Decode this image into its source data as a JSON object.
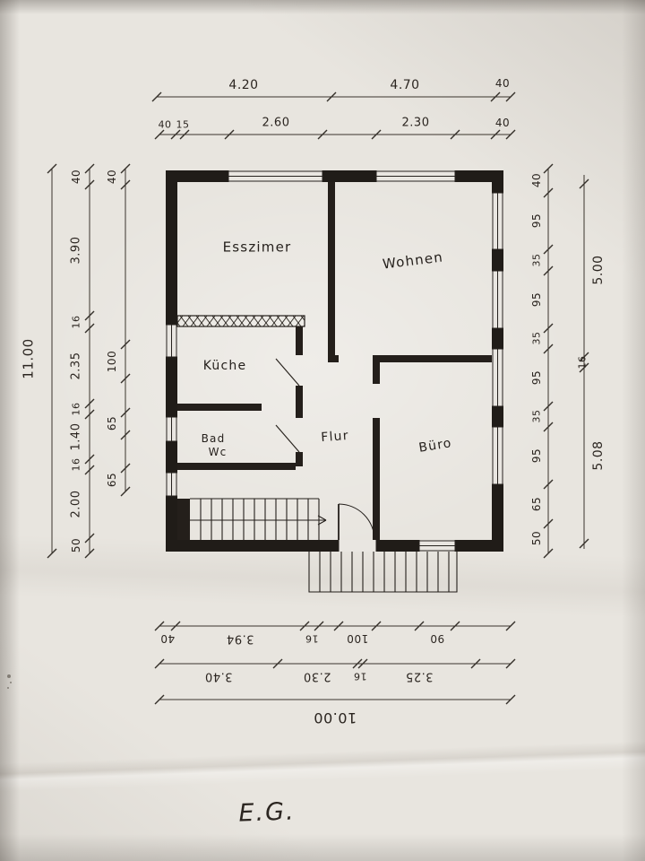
{
  "meta": {
    "title": "E.G."
  },
  "colors": {
    "ink": "#2b2520",
    "paper": "#e8e5df"
  },
  "rooms": {
    "esszimmer": "Esszimer",
    "wohnen": "Wohnen",
    "kueche": "Küche",
    "bad1": "Bad",
    "bad2": "Wc",
    "flur": "Flur",
    "buero": "Büro"
  },
  "dims": {
    "top1": [
      "4.20",
      "4.70",
      "40"
    ],
    "top2": [
      "40",
      "15",
      "2.60",
      "2.30",
      "40"
    ],
    "left_total": "11.00",
    "left_main": [
      "40",
      "3.90",
      "16",
      "2.35",
      "16",
      "1.40",
      "16",
      "2.00",
      "50"
    ],
    "left_inner": [
      "40",
      "100",
      "65",
      "65"
    ],
    "right_main": [
      "40",
      "95",
      "35",
      "95",
      "35",
      "95",
      "35",
      "95",
      "65",
      "50"
    ],
    "right_outer": [
      "5.00",
      "16",
      "5.08"
    ],
    "bottom1": [
      "40",
      "3.94",
      "16",
      "100",
      "90"
    ],
    "bottom2": [
      "3.40",
      "2.30",
      "16",
      "3.25"
    ],
    "bottom_total": "10.00"
  }
}
